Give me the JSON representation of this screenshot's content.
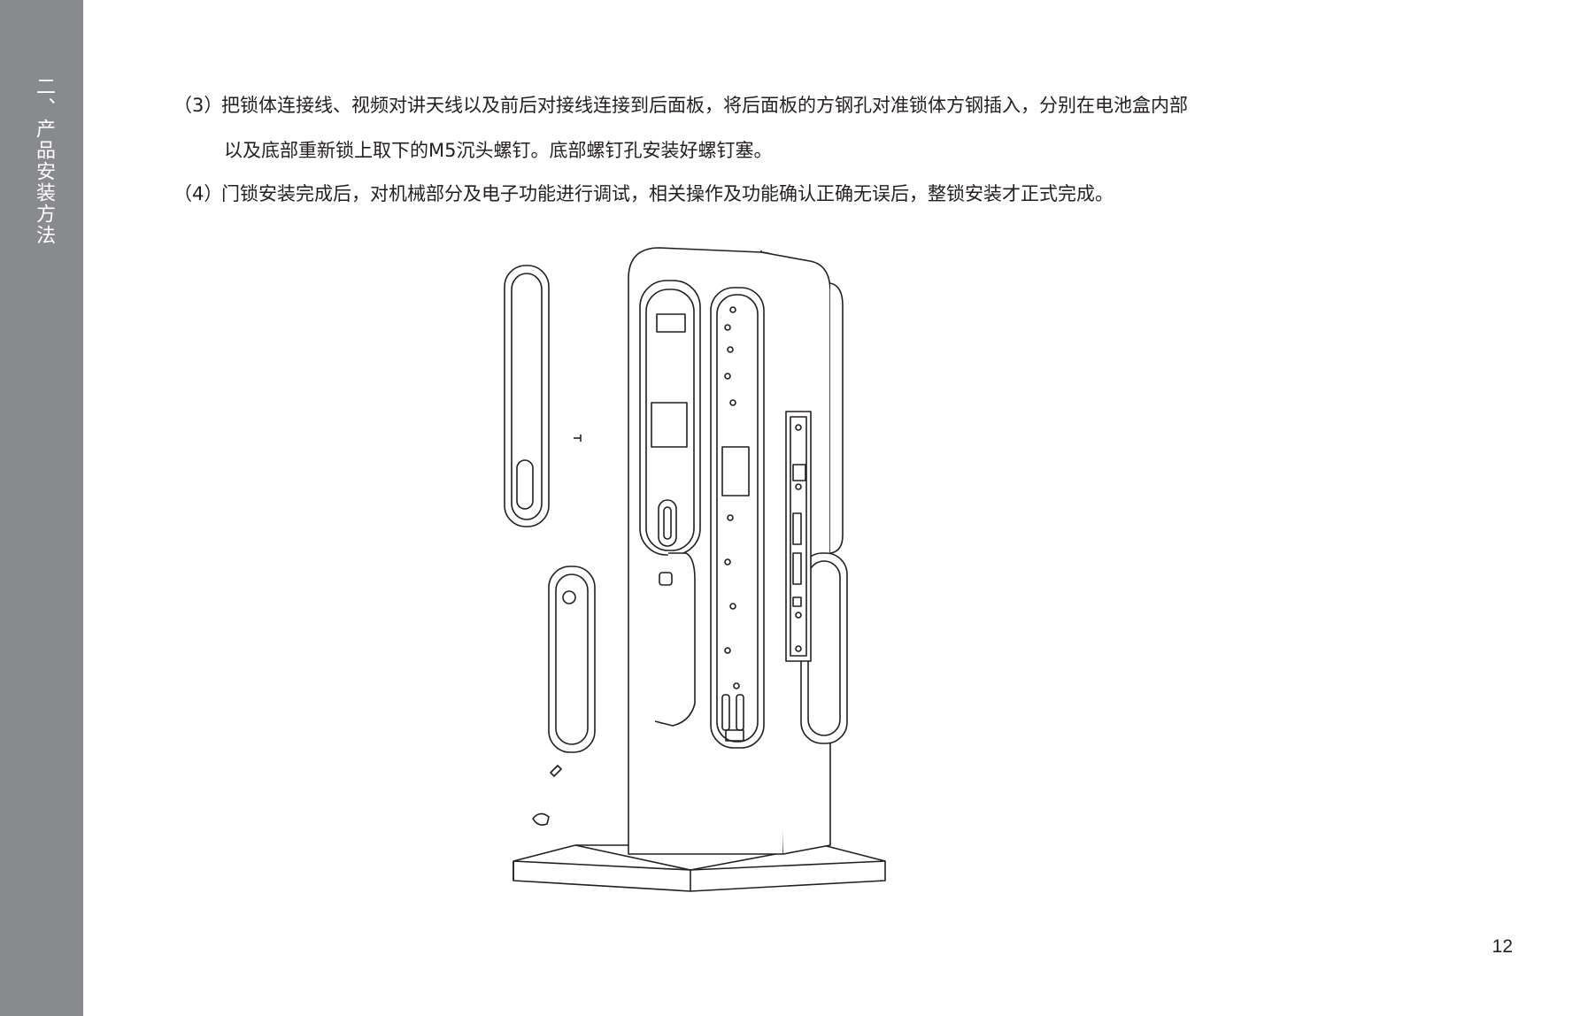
{
  "sidebar": {
    "section_title": "二、产品安装方法"
  },
  "steps": [
    {
      "number": "（3）",
      "text": "把锁体连接线、视频对讲天线以及前后对接线连接到后面板，将后面板的方钢孔对准锁体方钢插入，分别在电池盒内部",
      "continuation": "以及底部重新锁上取下的M5沉头螺钉。底部螺钉孔安装好螺钉塞。"
    },
    {
      "number": "（4）",
      "text": "门锁安装完成后，对机械部分及电子功能进行调试，相关操作及功能确认正确无误后，整锁安装才正式完成。"
    }
  ],
  "page_number": "12",
  "colors": {
    "sidebar": "#898a8d",
    "text": "#231f20",
    "line_art": "#231f20"
  }
}
